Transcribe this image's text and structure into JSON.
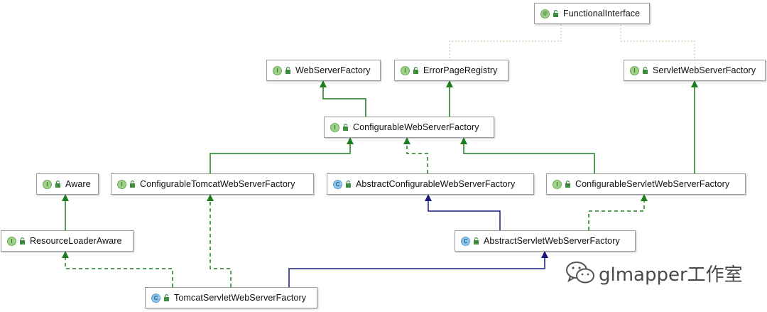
{
  "nodes": {
    "functional_interface": {
      "label": "FunctionalInterface",
      "badge": "@"
    },
    "web_server_factory": {
      "label": "WebServerFactory",
      "badge": "I"
    },
    "error_page_registry": {
      "label": "ErrorPageRegistry",
      "badge": "I"
    },
    "servlet_web_server_factory": {
      "label": "ServletWebServerFactory",
      "badge": "I"
    },
    "configurable_web_server_factory": {
      "label": "ConfigurableWebServerFactory",
      "badge": "I"
    },
    "aware": {
      "label": "Aware",
      "badge": "I"
    },
    "configurable_tomcat_web_server_factory": {
      "label": "ConfigurableTomcatWebServerFactory",
      "badge": "I"
    },
    "abstract_configurable_web_server_factory": {
      "label": "AbstractConfigurableWebServerFactory",
      "badge": "C"
    },
    "configurable_servlet_web_server_factory": {
      "label": "ConfigurableServletWebServerFactory",
      "badge": "I"
    },
    "resource_loader_aware": {
      "label": "ResourceLoaderAware",
      "badge": "I"
    },
    "abstract_servlet_web_server_factory": {
      "label": "AbstractServletWebServerFactory",
      "badge": "C"
    },
    "tomcat_servlet_web_server_factory": {
      "label": "TomcatServletWebServerFactory",
      "badge": "C"
    }
  },
  "watermark": {
    "text": "glmapper工作室"
  },
  "colors": {
    "extends_interface": "#1e7d1e",
    "implements": "#1e7d1e",
    "extends_class": "#1a1a7a",
    "annotation_link": "#c8c8a0"
  }
}
